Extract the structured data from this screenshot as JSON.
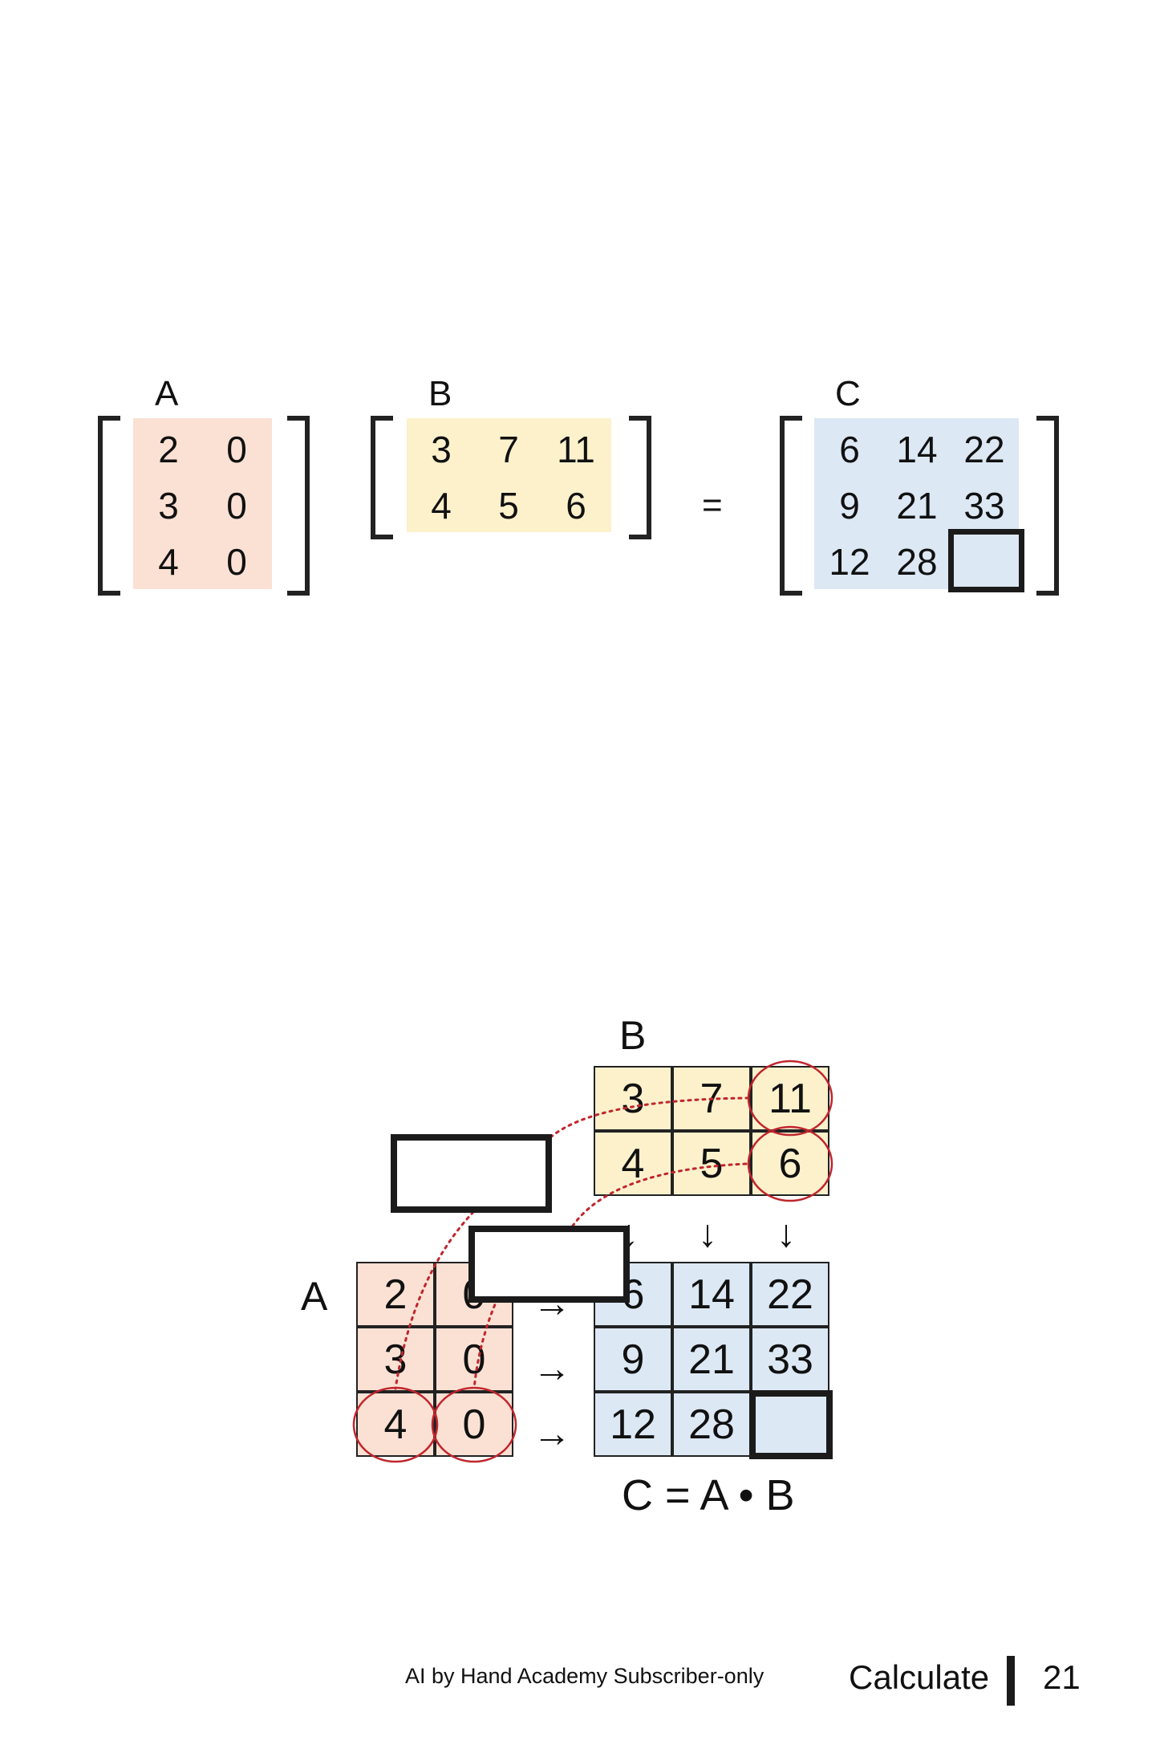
{
  "top": {
    "A": {
      "label": "A",
      "rows": [
        [
          "2",
          "0"
        ],
        [
          "3",
          "0"
        ],
        [
          "4",
          "0"
        ]
      ]
    },
    "B": {
      "label": "B",
      "rows": [
        [
          "3",
          "7",
          "11"
        ],
        [
          "4",
          "5",
          "6"
        ]
      ]
    },
    "equals": "=",
    "C": {
      "label": "C",
      "rows": [
        [
          "6",
          "14",
          "22"
        ],
        [
          "9",
          "21",
          "33"
        ],
        [
          "12",
          "28",
          ""
        ]
      ]
    }
  },
  "diagram": {
    "A": {
      "label": "A",
      "rows": [
        [
          "2",
          "0"
        ],
        [
          "3",
          "0"
        ],
        [
          "4",
          "0"
        ]
      ]
    },
    "B": {
      "label": "B",
      "rows": [
        [
          "3",
          "7",
          "11"
        ],
        [
          "4",
          "5",
          "6"
        ]
      ]
    },
    "C": {
      "rows": [
        [
          "6",
          "14",
          "22"
        ],
        [
          "9",
          "21",
          "33"
        ],
        [
          "12",
          "28",
          ""
        ]
      ]
    },
    "down_arrow": "↓",
    "right_arrow": "→",
    "formula": "C = A • B"
  },
  "footer": {
    "note": "AI by Hand Academy Subscriber-only",
    "section": "Calculate",
    "page": "21"
  },
  "colors": {
    "A": "#fbe1d4",
    "B": "#fdf1cc",
    "C": "#dce8f4",
    "highlight": "#c0262d"
  }
}
